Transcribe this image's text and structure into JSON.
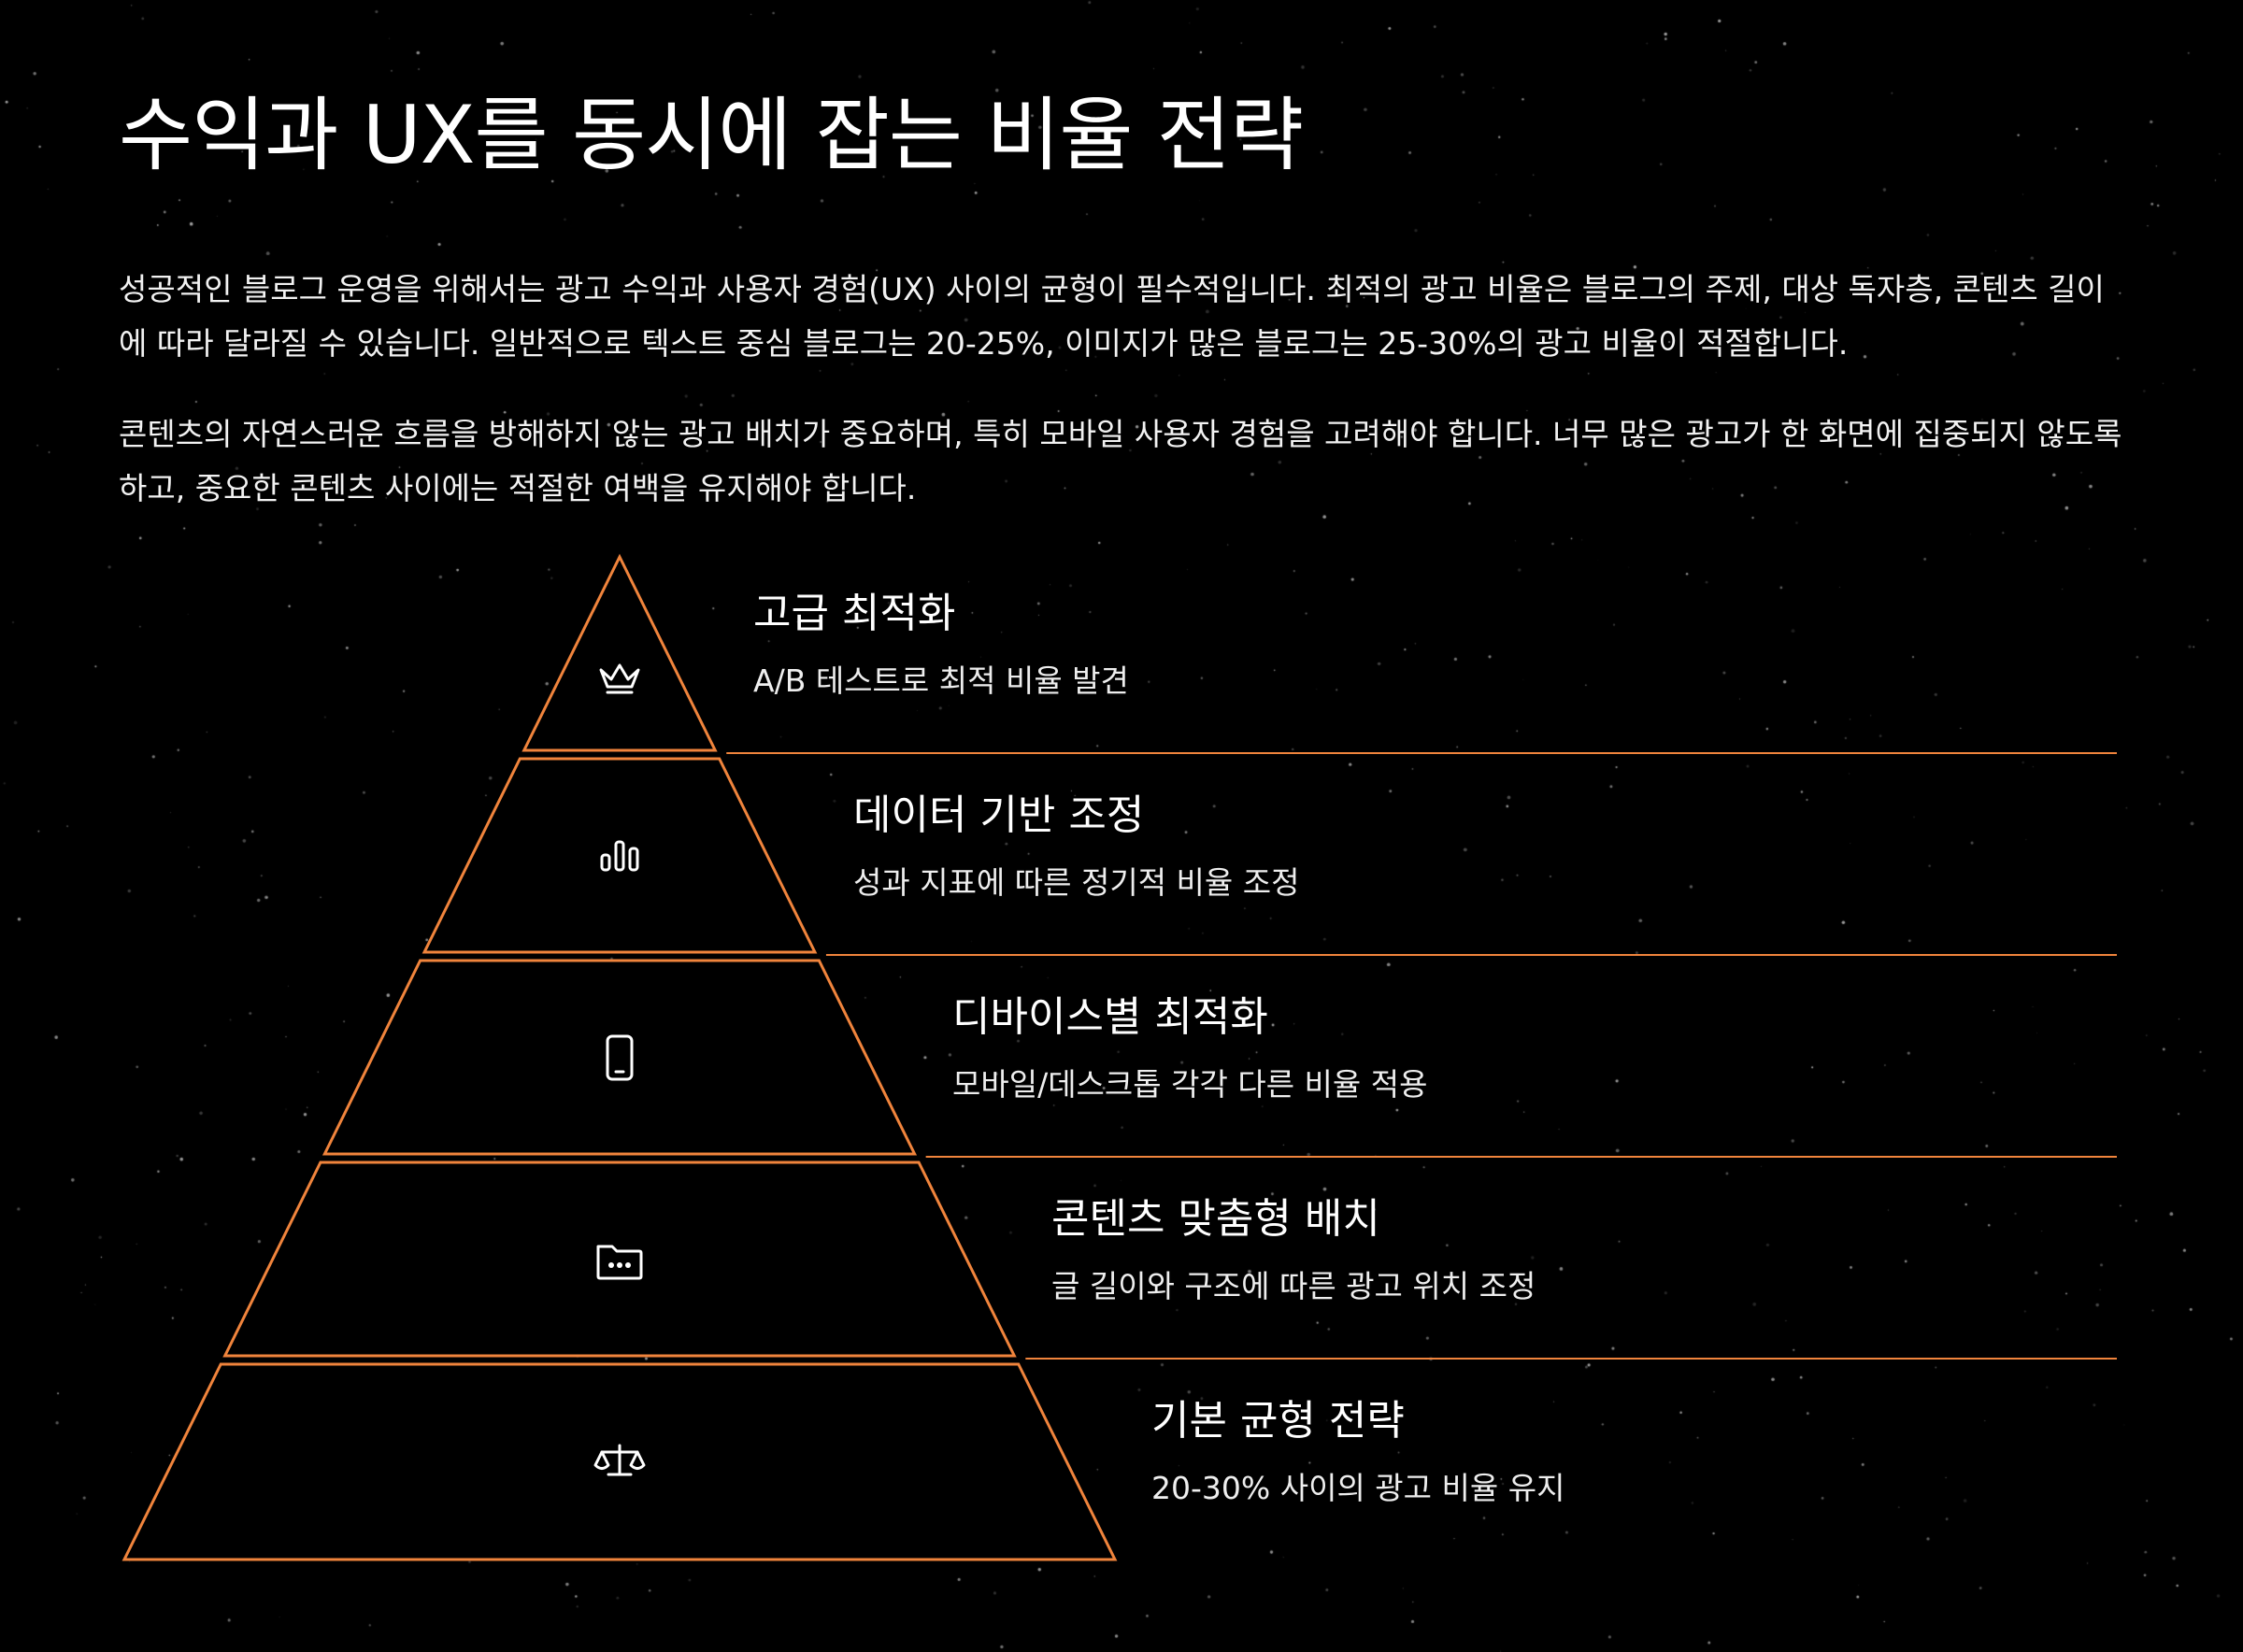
{
  "title": "수익과 UX를 동시에 잡는 비율 전략",
  "paragraphs": [
    "성공적인 블로그 운영을 위해서는 광고 수익과 사용자 경험(UX) 사이의 균형이 필수적입니다. 최적의 광고 비율은 블로그의 주제, 대상 독자층, 콘텐츠 길이에 따라 달라질 수 있습니다. 일반적으로 텍스트 중심 블로그는 20-25%, 이미지가 많은 블로그는 25-30%의 광고 비율이 적절합니다.",
    "콘텐츠의 자연스러운 흐름을 방해하지 않는 광고 배치가 중요하며, 특히 모바일 사용자 경험을 고려해야 합니다. 너무 많은 광고가 한 화면에 집중되지 않도록 하고, 중요한 콘텐츠 사이에는 적절한 여백을 유지해야 합니다."
  ],
  "tiers": [
    {
      "icon": "crown-icon",
      "title": "고급 최적화",
      "desc": "A/B 테스트로 최적 비율 발견"
    },
    {
      "icon": "bar-chart-icon",
      "title": "데이터 기반 조정",
      "desc": "성과 지표에 따른 정기적 비율 조정"
    },
    {
      "icon": "smartphone-icon",
      "title": "디바이스별 최적화",
      "desc": "모바일/데스크톱 각각 다른 비율 적용"
    },
    {
      "icon": "folder-icon",
      "title": "콘텐츠 맞춤형 배치",
      "desc": "글 길이와 구조에 따른 광고 위치 조정"
    },
    {
      "icon": "scale-icon",
      "title": "기본 균형 전략",
      "desc": "20-30% 사이의 광고 비율 유지"
    }
  ],
  "colors": {
    "background": "#000000",
    "accent": "#f0843c",
    "text": "#ffffff"
  }
}
